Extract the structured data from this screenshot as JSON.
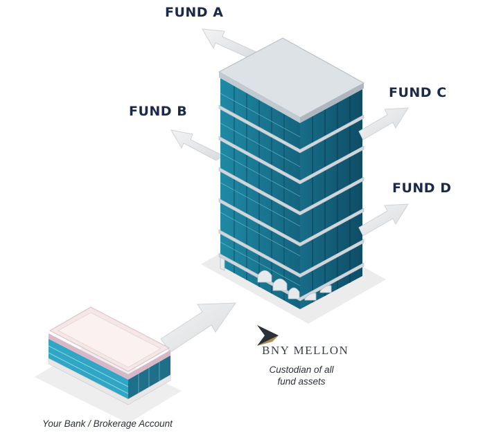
{
  "funds": {
    "a": "FUND A",
    "b": "FUND B",
    "c": "FUND C",
    "d": "FUND D"
  },
  "custodian": {
    "brand": "BNY MELLON",
    "caption_line1": "Custodian of all",
    "caption_line2": "fund assets"
  },
  "bank": {
    "caption": "Your Bank / Brokerage Account"
  },
  "colors": {
    "label_navy": "#1b2a48",
    "glass_teal": "#1a7a95",
    "arrow_grey": "#e4e6e8"
  }
}
